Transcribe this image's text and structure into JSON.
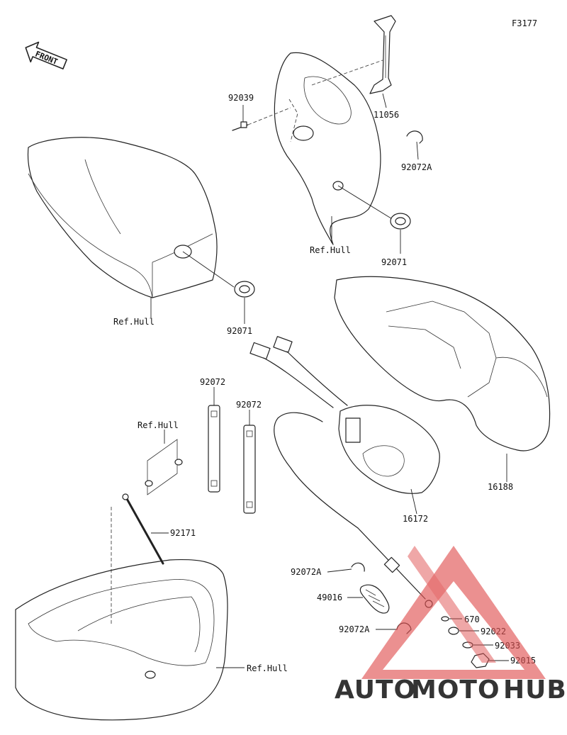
{
  "figure_code": "F3177",
  "front_label": "FRONT",
  "parts": {
    "p11056": "11056",
    "p92039": "92039",
    "p92072A_top": "92072A",
    "ref_hull_top": "Ref.Hull",
    "p92071_right": "92071",
    "ref_hull_left": "Ref.Hull",
    "p92071_left": "92071",
    "p92072_a": "92072",
    "p92072_b": "92072",
    "ref_hull_mid": "Ref.Hull",
    "p92171": "92171",
    "p16188": "16188",
    "p16172": "16172",
    "p92072A_mid": "92072A",
    "p49016": "49016",
    "p92072A_low": "92072A",
    "p670": "670",
    "p92022": "92022",
    "p92033": "92033",
    "p92015": "92015",
    "ref_hull_bottom": "Ref.Hull"
  },
  "watermark": {
    "part1": "AUTO",
    "part2": "MOTO",
    "part3": "HUB",
    "colors": {
      "red": "#e05252",
      "orange": "#f3b23a",
      "dark": "#5a5a5a"
    }
  }
}
